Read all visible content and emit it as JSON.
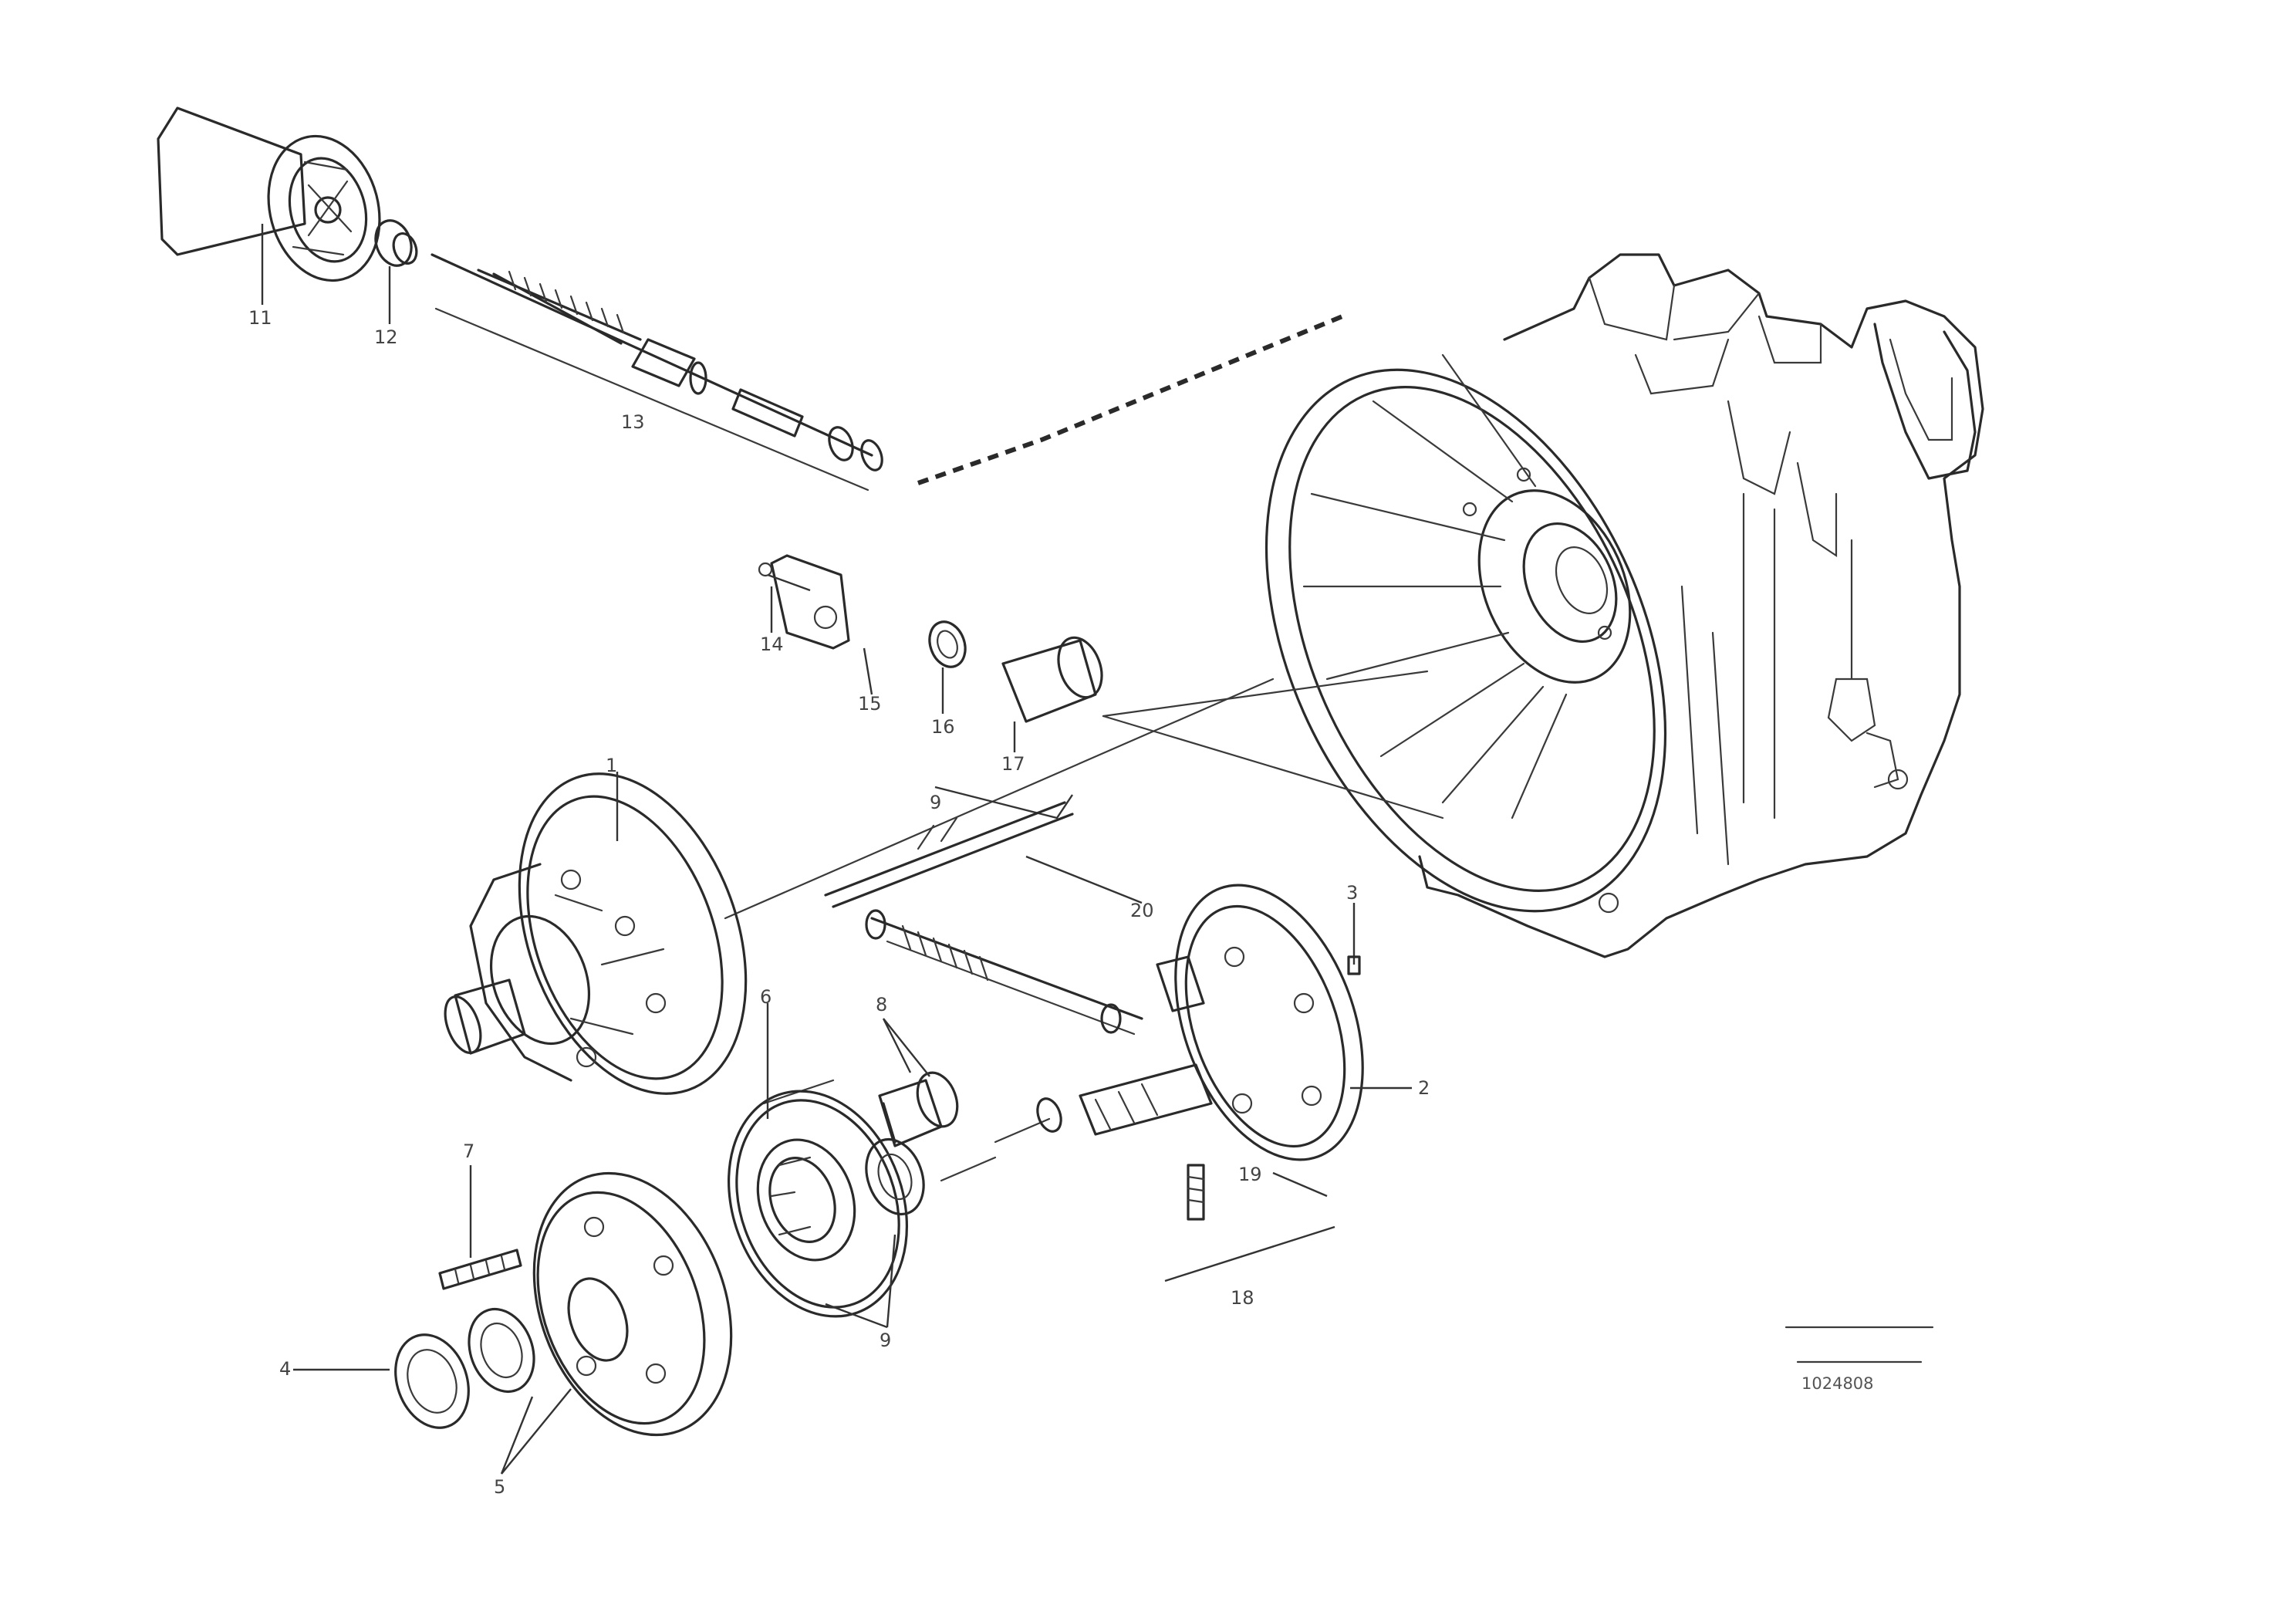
{
  "diagram": {
    "callouts": {
      "c1": "1",
      "c2": "2",
      "c3": "3",
      "c4": "4",
      "c5": "5",
      "c6": "6",
      "c7": "7",
      "c8": "8",
      "c9": "9",
      "c10": "9",
      "c11": "11",
      "c12": "12",
      "c13": "13",
      "c14": "14",
      "c15": "15",
      "c16": "16",
      "c17": "17",
      "c18": "18",
      "c19": "19",
      "c20": "20"
    },
    "reference": {
      "code": "1024808",
      "line2": "",
      "line1": ""
    }
  }
}
